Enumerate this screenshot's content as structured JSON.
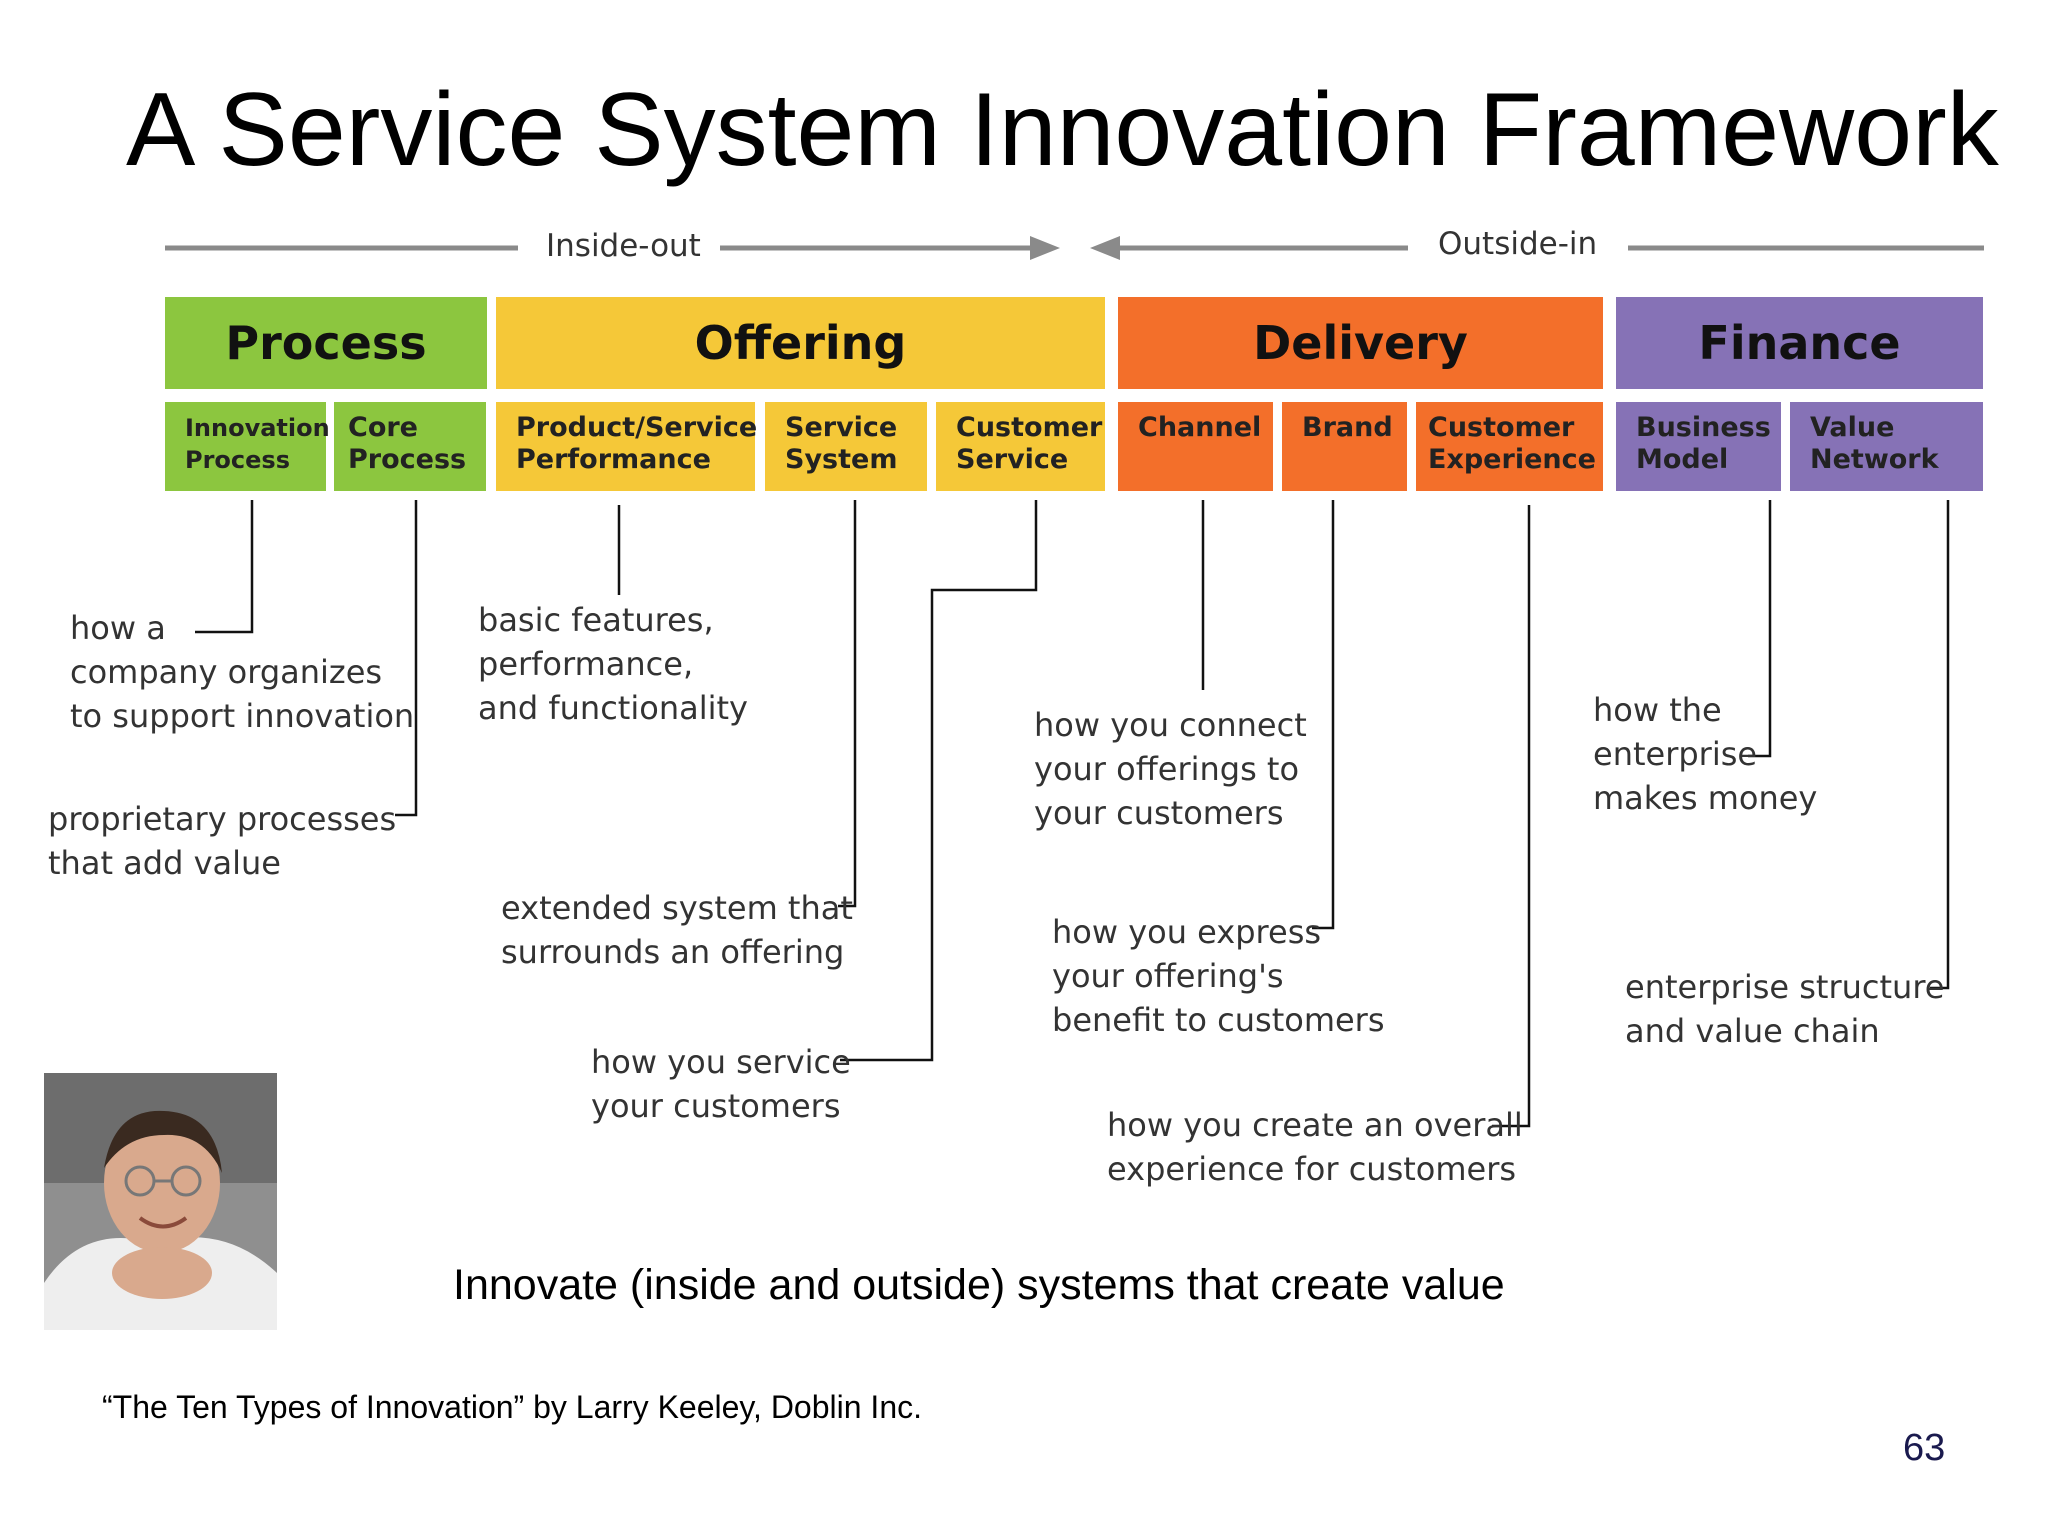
{
  "title": "A Service System Innovation Framework",
  "directions": {
    "inside_out": "Inside-out",
    "outside_in": "Outside-in"
  },
  "categories": [
    {
      "name": "Process",
      "color": "#8cc63f"
    },
    {
      "name": "Offering",
      "color": "#f5c838"
    },
    {
      "name": "Delivery",
      "color": "#f36f2a"
    },
    {
      "name": "Finance",
      "color": "#8672b6"
    }
  ],
  "types": [
    {
      "lines": [
        "Innovation",
        "Process"
      ],
      "description": [
        "how a",
        "company organizes",
        "to support innovation"
      ]
    },
    {
      "lines": [
        "Core",
        "Process"
      ],
      "description": [
        "proprietary processes",
        "that add value"
      ]
    },
    {
      "lines": [
        "Product/Service",
        "Performance"
      ],
      "description": [
        "basic features,",
        "performance,",
        "and functionality"
      ]
    },
    {
      "lines": [
        "Service",
        "System"
      ],
      "description": [
        "extended system that",
        "surrounds an offering"
      ]
    },
    {
      "lines": [
        "Customer",
        "Service"
      ],
      "description": [
        "how you service",
        "your customers"
      ]
    },
    {
      "lines": [
        "Channel"
      ],
      "description": [
        "how you connect",
        "your offerings to",
        "your customers"
      ]
    },
    {
      "lines": [
        "Brand"
      ],
      "description": [
        "how you express",
        "your offering's",
        "benefit to customers"
      ]
    },
    {
      "lines": [
        "Customer",
        "Experience"
      ],
      "description": [
        "how you create an overall",
        "experience for customers"
      ]
    },
    {
      "lines": [
        "Business",
        "Model"
      ],
      "description": [
        "how the",
        "enterprise",
        "makes money"
      ]
    },
    {
      "lines": [
        "Value",
        "Network"
      ],
      "description": [
        "enterprise structure",
        "and value chain"
      ]
    }
  ],
  "tagline": "Innovate (inside and outside) systems that create value",
  "citation": "“The Ten Types of Innovation” by Larry Keeley, Doblin Inc.",
  "page_number": "63"
}
